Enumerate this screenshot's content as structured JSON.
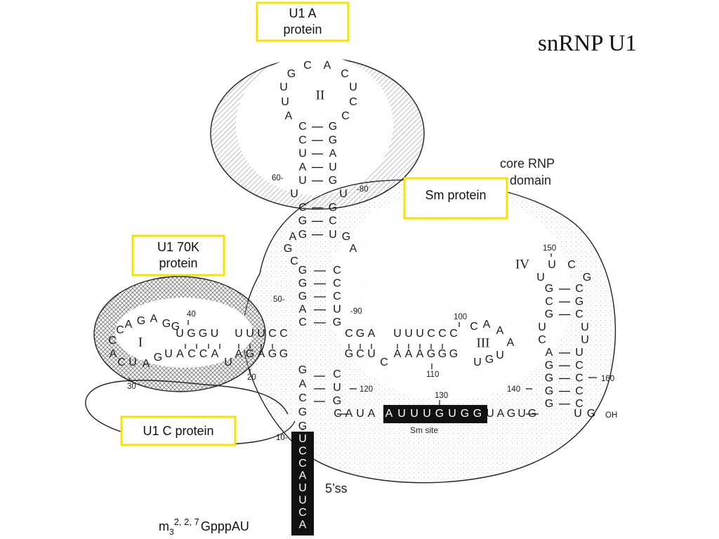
{
  "title": "snRNP U1",
  "labels": {
    "u1a": [
      "U1 A",
      "protein"
    ],
    "u170k": [
      "U1 70K",
      "protein"
    ],
    "u1c": "U1 C protein",
    "sm": "Sm protein",
    "core": [
      "core RNP",
      "domain"
    ],
    "sm_site": "Sm site",
    "five_ss": "5’ss",
    "cap_pre": "m",
    "cap_sub": "3",
    "cap_sup": "2, 2, 7",
    "cap_post": "GpppAU",
    "oh": "OH"
  },
  "stems": {
    "I": "I",
    "II": "II",
    "III": "III",
    "IV": "IV"
  },
  "positions": {
    "n10": "10-",
    "n20": "20",
    "n30": "30",
    "n40": "40",
    "n50": "50-",
    "n60": "60-",
    "n80": "-80",
    "n90": "-90",
    "n100": "100",
    "n110": "110",
    "n120": "120",
    "n130": "130",
    "n140": "140",
    "n150": "150",
    "n160": "160"
  },
  "colors": {
    "callout_border": "#f2e600",
    "highlight_bg": "#111111",
    "shading": "#bdbdbd"
  },
  "icons": [
    "hatched-region",
    "crosshatched-region",
    "stippled-region"
  ]
}
